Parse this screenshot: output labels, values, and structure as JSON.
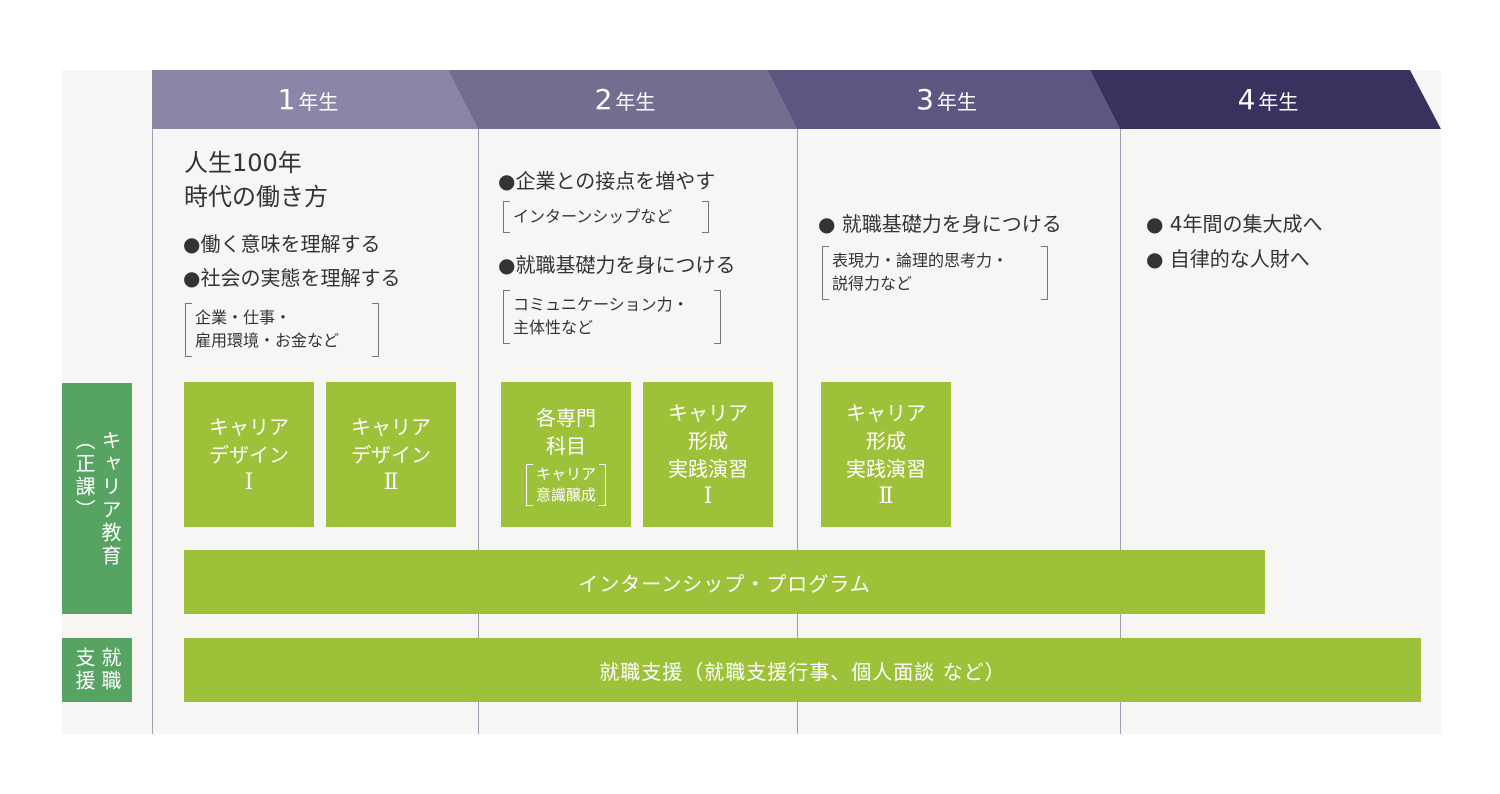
{
  "headers": [
    {
      "num": "1",
      "unit": "年生",
      "color": "#8b86a8"
    },
    {
      "num": "2",
      "unit": "年生",
      "color": "#736d90"
    },
    {
      "num": "3",
      "unit": "年生",
      "color": "#5c5680"
    },
    {
      "num": "4",
      "unit": "年生",
      "color": "#38335e"
    }
  ],
  "side_labels": {
    "career_education": [
      "キャリア教育",
      "（正課）"
    ],
    "job_support": [
      "就職",
      "支援"
    ]
  },
  "year1": {
    "title": [
      "人生100年",
      "時代の働き方"
    ],
    "bullets": [
      "●働く意味を理解する",
      "●社会の実態を理解する"
    ],
    "bracket": [
      "企業・仕事・",
      "雇用環境・お金など"
    ]
  },
  "year2": {
    "bullet1": "●企業との接点を増やす",
    "bracket1": [
      "インターンシップなど"
    ],
    "bullet2": "●就職基礎力を身につける",
    "bracket2": [
      "コミュニケーション力・",
      "主体性など"
    ]
  },
  "year3": {
    "bullet": "● 就職基礎力を身につける",
    "bracket": [
      "表現力・論理的思考力・",
      "説得力など"
    ]
  },
  "year4": {
    "bullets": [
      "●  4年間の集大成へ",
      "● 自律的な人財へ"
    ]
  },
  "courses": [
    {
      "lines": [
        "キャリア",
        "デザイン"
      ],
      "roman": "Ⅰ"
    },
    {
      "lines": [
        "キャリア",
        "デザイン"
      ],
      "roman": "Ⅱ"
    },
    {
      "lines": [
        "各専門",
        "科目"
      ],
      "sub": [
        "キャリア",
        "意識醸成"
      ]
    },
    {
      "lines": [
        "キャリア",
        "形成",
        "実践演習"
      ],
      "roman": "Ⅰ"
    },
    {
      "lines": [
        "キャリア",
        "形成",
        "実践演習"
      ],
      "roman": "Ⅱ"
    }
  ],
  "bars": {
    "internship": "インターンシップ・プログラム",
    "job_support": "就職支援（就職支援行事、個人面談  など）"
  },
  "colors": {
    "course_green": "#9ec13a",
    "side_green": "#57a362",
    "panel": "#f7f6f5"
  }
}
